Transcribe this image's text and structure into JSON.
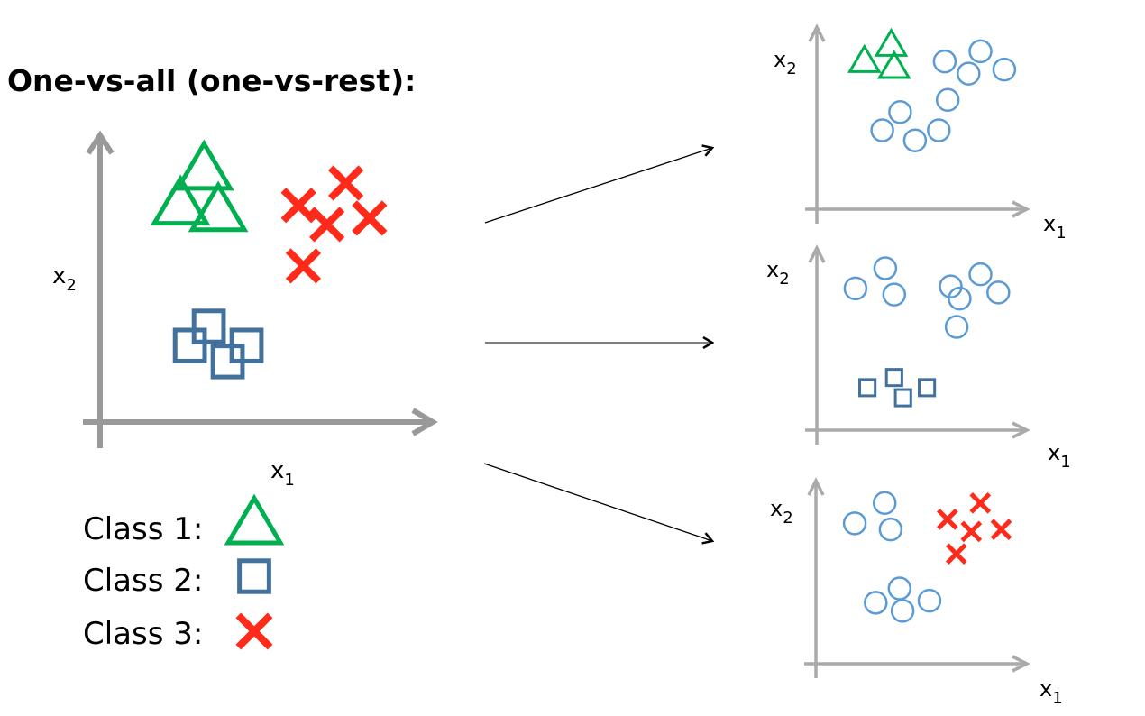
{
  "title": "One-vs-all (one-vs-rest):",
  "colors": {
    "class1": "#00b050",
    "class2": "#41719c",
    "class3": "#ff2a1a",
    "rest": "#5b9bd5",
    "axis": "#999999",
    "arrow": "#000000"
  },
  "axis_labels": {
    "x_main": "x",
    "x_sub": "1",
    "y_main": "x",
    "y_sub": "2"
  },
  "legend": [
    {
      "label": "Class 1:",
      "marker": "triangle",
      "class": "class1"
    },
    {
      "label": "Class 2:",
      "marker": "square",
      "class": "class2"
    },
    {
      "label": "Class 3:",
      "marker": "cross",
      "class": "class3"
    }
  ],
  "main_plot": {
    "name": "multiclass-dataset",
    "points": {
      "class1": [
        [
          2.2,
          7.9
        ],
        [
          1.7,
          6.8
        ],
        [
          2.5,
          6.6
        ]
      ],
      "class2": [
        [
          2.3,
          3.0
        ],
        [
          1.9,
          2.4
        ],
        [
          3.1,
          2.4
        ],
        [
          2.7,
          1.9
        ]
      ],
      "class3": [
        [
          5.2,
          7.5
        ],
        [
          4.2,
          6.8
        ],
        [
          4.8,
          6.2
        ],
        [
          5.7,
          6.4
        ],
        [
          4.3,
          4.9
        ]
      ]
    }
  },
  "sub_plots": [
    {
      "name": "class1-vs-rest",
      "positive_class": "class1",
      "points": {
        "positive": [
          [
            2.5,
            8.1
          ],
          [
            1.6,
            7.3
          ],
          [
            2.6,
            7.0
          ]
        ],
        "rest": [
          [
            4.3,
            7.3
          ],
          [
            5.5,
            7.8
          ],
          [
            5.1,
            6.7
          ],
          [
            6.3,
            6.9
          ],
          [
            4.4,
            5.4
          ],
          [
            2.8,
            4.8
          ],
          [
            2.2,
            3.9
          ],
          [
            3.3,
            3.4
          ],
          [
            4.1,
            3.9
          ]
        ]
      }
    },
    {
      "name": "class2-vs-rest",
      "positive_class": "class2",
      "points": {
        "positive": [
          [
            2.6,
            2.6
          ],
          [
            1.7,
            2.1
          ],
          [
            2.9,
            1.6
          ],
          [
            3.7,
            2.1
          ]
        ],
        "rest": [
          [
            2.3,
            8.0
          ],
          [
            1.3,
            7.0
          ],
          [
            2.6,
            6.7
          ],
          [
            4.5,
            7.1
          ],
          [
            5.5,
            7.7
          ],
          [
            4.8,
            6.5
          ],
          [
            6.1,
            6.8
          ],
          [
            4.7,
            5.1
          ]
        ]
      }
    },
    {
      "name": "class3-vs-rest",
      "positive_class": "class3",
      "points": {
        "positive": [
          [
            5.5,
            7.9
          ],
          [
            4.4,
            7.1
          ],
          [
            5.2,
            6.5
          ],
          [
            6.2,
            6.6
          ],
          [
            4.7,
            5.4
          ]
        ],
        "rest": [
          [
            2.3,
            7.9
          ],
          [
            1.3,
            6.9
          ],
          [
            2.5,
            6.6
          ],
          [
            2.8,
            3.7
          ],
          [
            2.0,
            3.0
          ],
          [
            2.9,
            2.6
          ],
          [
            3.8,
            3.1
          ]
        ]
      }
    }
  ]
}
